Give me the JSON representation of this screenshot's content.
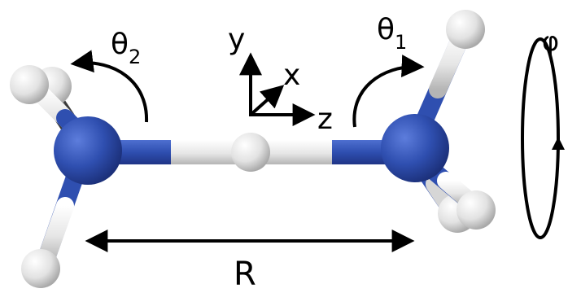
{
  "labels": {
    "theta2": "θ",
    "theta2_sub": "2",
    "theta1": "θ",
    "theta1_sub": "1",
    "phi": "φ",
    "axis_x": "x",
    "axis_y": "y",
    "axis_z": "z",
    "distance": "R"
  },
  "colors": {
    "nitrogen": "#2f4fb0",
    "hydrogen": "#e4e4e4",
    "bond_n": "#2f4fb0",
    "bond_h": "#e8e8e8",
    "lines": "#000000"
  }
}
